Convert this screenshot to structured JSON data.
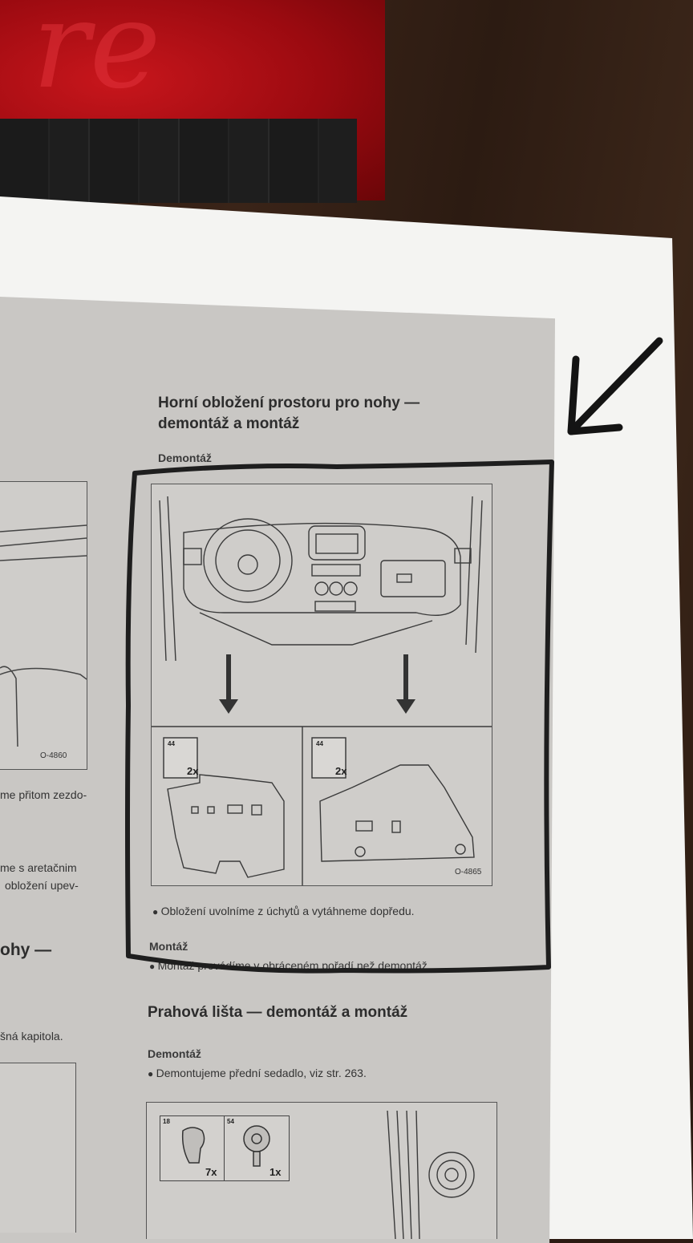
{
  "main": {
    "title": "Horní obložení prostoru pro nohy —\ndemontáž a montáž",
    "demontaz_label": "Demontáž",
    "figure_code": "O-4865",
    "clip_count_left": "2x",
    "clip_count_right": "2x",
    "clip_num_left": "44",
    "clip_num_right": "44",
    "step_remove": "Obložení uvolníme z úchytů a vytáhneme dopředu.",
    "montaz_label": "Montáž",
    "step_install": "Montáž provádíme v obráceném pořadí než demontáž."
  },
  "section2": {
    "title": "Prahová lišta — demontáž a montáž",
    "demontaz_label": "Demontáž",
    "step_remove": "Demontujeme přední sedadlo, viz str. 263.",
    "thumb1_num": "18",
    "thumb1_count": "7x",
    "thumb2_num": "54",
    "thumb2_count": "1x"
  },
  "left_column": {
    "figure_code": "O-4860",
    "line1": "me přitom zezdo-",
    "line2": "me s aretačnim",
    "line3": "obložení upev-",
    "heading_fragment": "ohy —",
    "line4": "šná kapitola."
  },
  "colors": {
    "paper": "#f4f4f2",
    "page": "#c9c7c4",
    "ribbon": "#b5121a",
    "marker": "#1a1a1a"
  }
}
